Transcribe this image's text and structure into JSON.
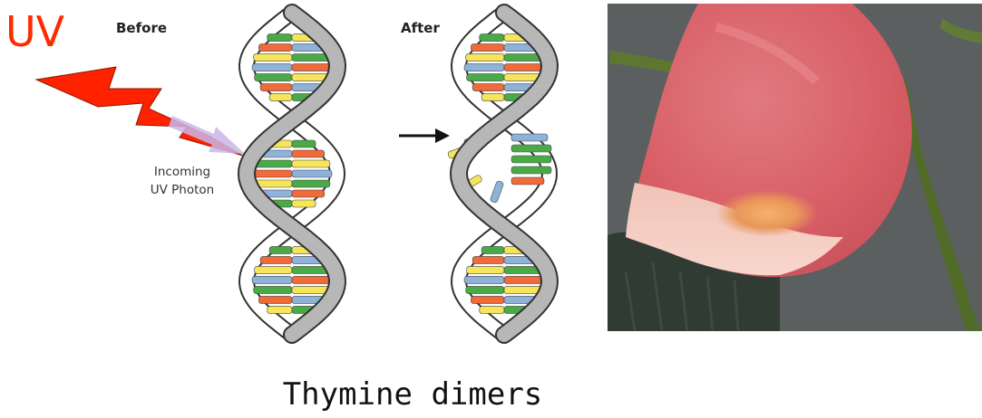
{
  "diagram": {
    "uv_label": "UV",
    "before_label": "Before",
    "after_label": "After",
    "photon_label_line1": "Incoming",
    "photon_label_line2": "UV Photon",
    "caption": "Thymine dimers"
  },
  "colors": {
    "uv_red": "#ff2a00",
    "lightning_red": "#ff2200",
    "photon_arrow": "#c9b6e6",
    "backbone_fill": "#b7b7b7",
    "backbone_stroke": "#333333",
    "base_green": "#4aaa48",
    "base_orange": "#f06a3a",
    "base_yellow": "#f6e55a",
    "base_blue": "#8fb2d9"
  },
  "photo": {
    "subject": "sunburned-leg-photo"
  }
}
